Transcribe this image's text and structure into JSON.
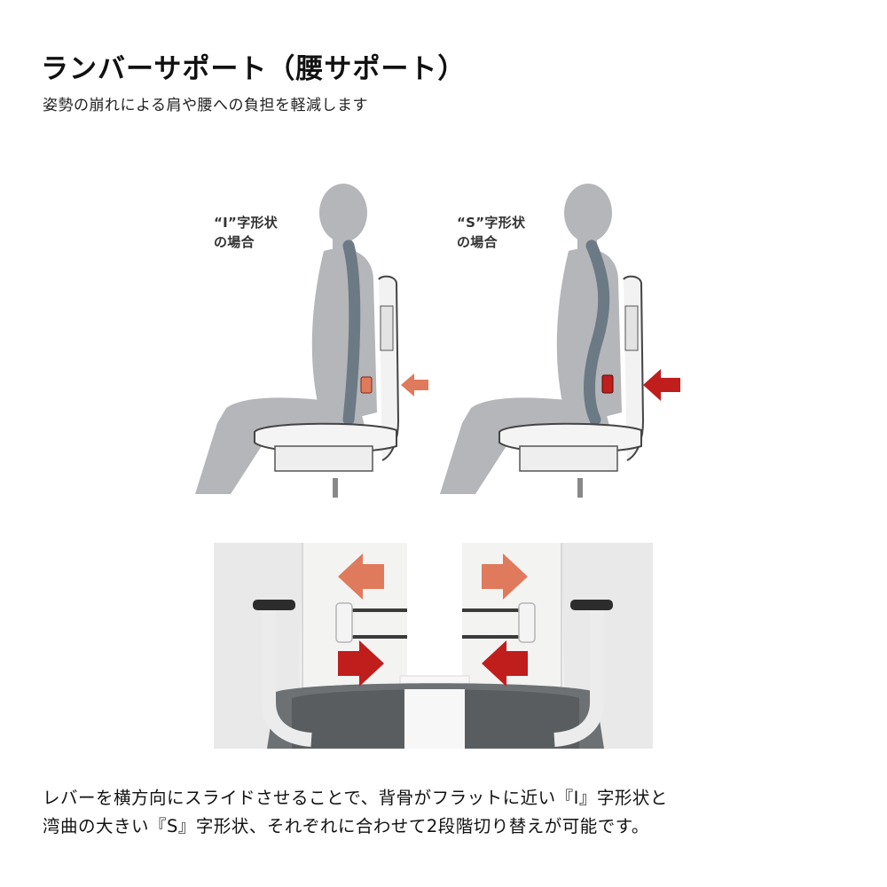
{
  "header": {
    "title": "ランバーサポート（腰サポート）",
    "subtitle": "姿勢の崩れによる肩や腰への負担を軽減します"
  },
  "figure_top": {
    "left_label_line1": "“I”字形状",
    "left_label_line2": "の場合",
    "right_label_line1": "“S”字形状",
    "right_label_line2": "の場合"
  },
  "colors": {
    "silhouette": "#b4b6b9",
    "spine": "#6c7a85",
    "arrow_light": "#df7a5c",
    "arrow_dark": "#c01d1d"
  },
  "description": {
    "line1": "レバーを横方向にスライドさせることで、背骨がフラットに近い『I』字形状と",
    "line2": "湾曲の大きい『S』字形状、それぞれに合わせて2段階切り替えが可能です。"
  }
}
